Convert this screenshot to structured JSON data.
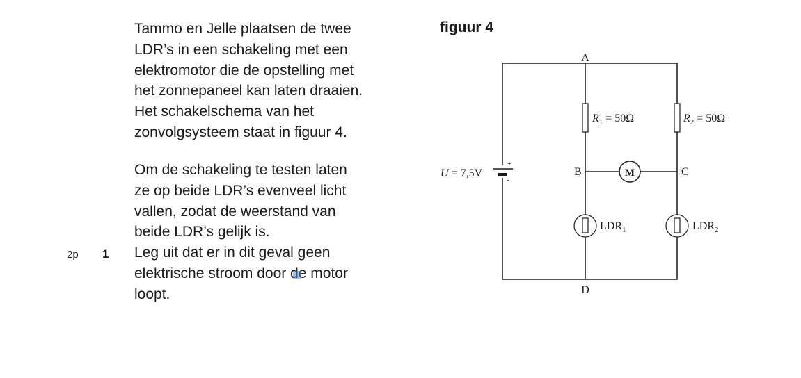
{
  "paragraph1": [
    "Tammo en Jelle plaatsen de twee",
    "LDR’s in een schakeling met een",
    "elektromotor die de opstelling met",
    "het zonnepaneel kan laten draaien.",
    "Het schakelschema van het",
    "zonvolgsysteem staat in figuur 4."
  ],
  "paragraph2": [
    "Om de schakeling te testen laten",
    "ze op beide LDR’s evenveel licht",
    "vallen, zodat de weerstand van",
    "beide LDR’s gelijk is."
  ],
  "question": {
    "points": "2p",
    "number": "1",
    "lines": [
      "Leg uit dat er in dit geval geen",
      "elektrische stroom door de motor",
      "loopt."
    ]
  },
  "figure": {
    "title": "figuur 4",
    "nodes": {
      "a": "A",
      "b": "B",
      "c": "C",
      "d": "D"
    },
    "battery": {
      "label_var": "U",
      "label_value": " = 7,5V",
      "plus": "+",
      "minus": "-"
    },
    "r1": {
      "var": "R",
      "sub": "1",
      "value": " = 50Ω"
    },
    "r2": {
      "var": "R",
      "sub": "2",
      "value": " = 50Ω"
    },
    "motor": "M",
    "ldr1": {
      "name": "LDR",
      "sub": "1"
    },
    "ldr2": {
      "name": "LDR",
      "sub": "2"
    }
  }
}
